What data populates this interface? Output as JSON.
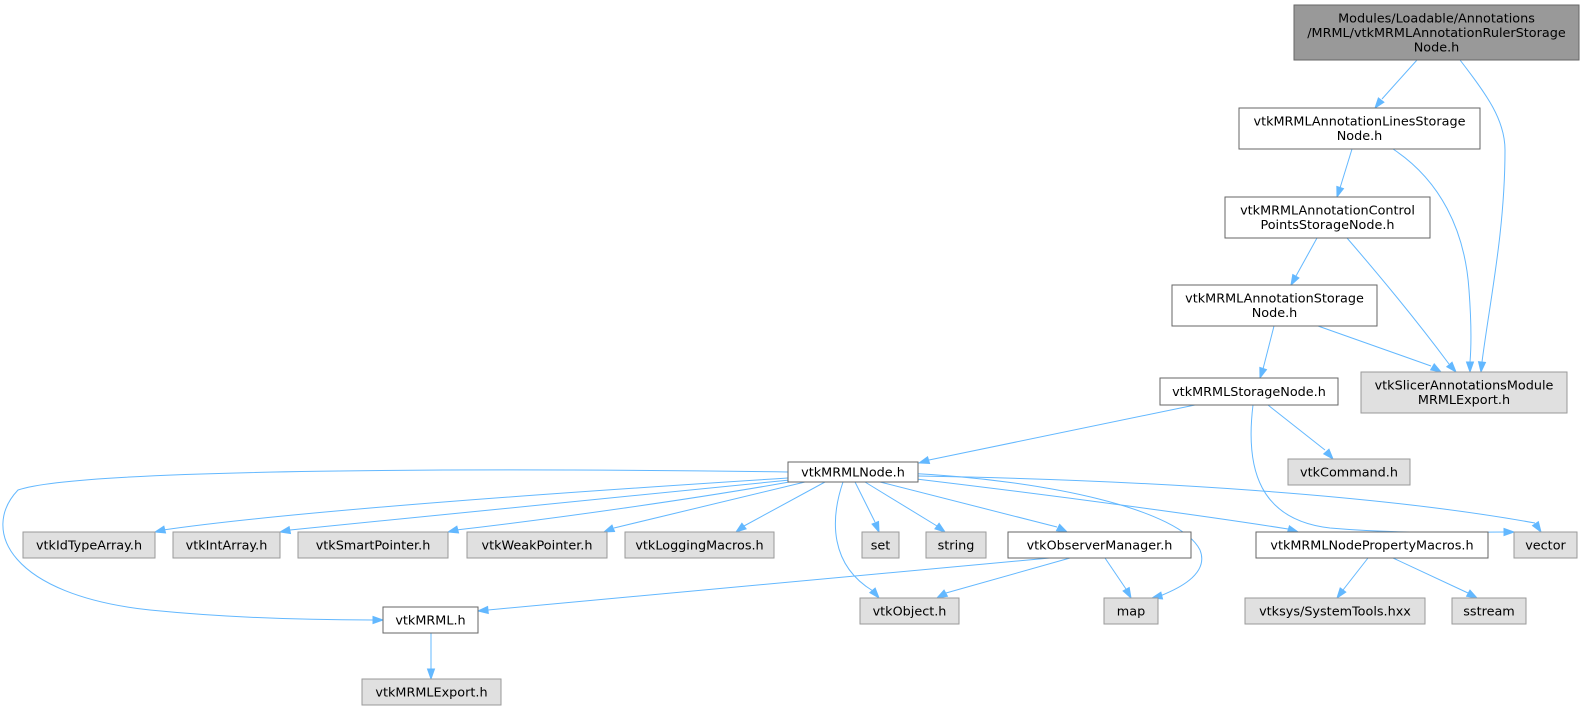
{
  "graph": {
    "title": "Include dependency graph",
    "colors": {
      "edge": "#63b8ff",
      "root_fill": "#999999",
      "root_border": "#666666",
      "internal_fill": "#ffffff",
      "internal_border": "#666666",
      "external_fill": "#e0e0e0",
      "external_border": "#999999"
    },
    "nodes": [
      {
        "id": "root",
        "kind": "root",
        "lines": [
          "Modules/Loadable/Annotations",
          "/MRML/vtkMRMLAnnotationRulerStorage",
          "Node.h"
        ]
      },
      {
        "id": "lines_storage",
        "kind": "internal",
        "lines": [
          "vtkMRMLAnnotationLinesStorage",
          "Node.h"
        ]
      },
      {
        "id": "export_annot",
        "kind": "external",
        "lines": [
          "vtkSlicerAnnotationsModule",
          "MRMLExport.h"
        ]
      },
      {
        "id": "ctrl_storage",
        "kind": "internal",
        "lines": [
          "vtkMRMLAnnotationControl",
          "PointsStorageNode.h"
        ]
      },
      {
        "id": "annot_storage",
        "kind": "internal",
        "lines": [
          "vtkMRMLAnnotationStorage",
          "Node.h"
        ]
      },
      {
        "id": "storage_node",
        "kind": "internal",
        "lines": [
          "vtkMRMLStorageNode.h"
        ]
      },
      {
        "id": "mrml_node",
        "kind": "internal",
        "lines": [
          "vtkMRMLNode.h"
        ]
      },
      {
        "id": "vtk_command",
        "kind": "external",
        "lines": [
          "vtkCommand.h"
        ]
      },
      {
        "id": "vector",
        "kind": "external",
        "lines": [
          "vector"
        ]
      },
      {
        "id": "mrml_h",
        "kind": "internal",
        "lines": [
          "vtkMRML.h"
        ]
      },
      {
        "id": "id_type_array",
        "kind": "external",
        "lines": [
          "vtkIdTypeArray.h"
        ]
      },
      {
        "id": "int_array",
        "kind": "external",
        "lines": [
          "vtkIntArray.h"
        ]
      },
      {
        "id": "smart_pointer",
        "kind": "external",
        "lines": [
          "vtkSmartPointer.h"
        ]
      },
      {
        "id": "weak_pointer",
        "kind": "external",
        "lines": [
          "vtkWeakPointer.h"
        ]
      },
      {
        "id": "logging_macros",
        "kind": "external",
        "lines": [
          "vtkLoggingMacros.h"
        ]
      },
      {
        "id": "set",
        "kind": "external",
        "lines": [
          "set"
        ]
      },
      {
        "id": "string",
        "kind": "external",
        "lines": [
          "string"
        ]
      },
      {
        "id": "observer_manager",
        "kind": "internal",
        "lines": [
          "vtkObserverManager.h"
        ]
      },
      {
        "id": "map",
        "kind": "external",
        "lines": [
          "map"
        ]
      },
      {
        "id": "vtk_object",
        "kind": "external",
        "lines": [
          "vtkObject.h"
        ]
      },
      {
        "id": "node_prop_macros",
        "kind": "internal",
        "lines": [
          "vtkMRMLNodePropertyMacros.h"
        ]
      },
      {
        "id": "mrml_export",
        "kind": "external",
        "lines": [
          "vtkMRMLExport.h"
        ]
      },
      {
        "id": "system_tools",
        "kind": "external",
        "lines": [
          "vtksys/SystemTools.hxx"
        ]
      },
      {
        "id": "sstream",
        "kind": "external",
        "lines": [
          "sstream"
        ]
      }
    ],
    "edges": [
      {
        "from": "root",
        "to": "lines_storage"
      },
      {
        "from": "root",
        "to": "export_annot"
      },
      {
        "from": "lines_storage",
        "to": "ctrl_storage"
      },
      {
        "from": "lines_storage",
        "to": "export_annot"
      },
      {
        "from": "ctrl_storage",
        "to": "annot_storage"
      },
      {
        "from": "ctrl_storage",
        "to": "export_annot"
      },
      {
        "from": "annot_storage",
        "to": "storage_node"
      },
      {
        "from": "annot_storage",
        "to": "export_annot"
      },
      {
        "from": "storage_node",
        "to": "mrml_node"
      },
      {
        "from": "storage_node",
        "to": "vtk_command"
      },
      {
        "from": "storage_node",
        "to": "vector"
      },
      {
        "from": "mrml_node",
        "to": "mrml_h"
      },
      {
        "from": "mrml_node",
        "to": "id_type_array"
      },
      {
        "from": "mrml_node",
        "to": "int_array"
      },
      {
        "from": "mrml_node",
        "to": "smart_pointer"
      },
      {
        "from": "mrml_node",
        "to": "weak_pointer"
      },
      {
        "from": "mrml_node",
        "to": "logging_macros"
      },
      {
        "from": "mrml_node",
        "to": "set"
      },
      {
        "from": "mrml_node",
        "to": "string"
      },
      {
        "from": "mrml_node",
        "to": "observer_manager"
      },
      {
        "from": "mrml_node",
        "to": "vtk_object"
      },
      {
        "from": "mrml_node",
        "to": "map"
      },
      {
        "from": "mrml_node",
        "to": "node_prop_macros"
      },
      {
        "from": "mrml_node",
        "to": "vector"
      },
      {
        "from": "mrml_h",
        "to": "mrml_export"
      },
      {
        "from": "observer_manager",
        "to": "mrml_h"
      },
      {
        "from": "observer_manager",
        "to": "vtk_object"
      },
      {
        "from": "observer_manager",
        "to": "map"
      },
      {
        "from": "node_prop_macros",
        "to": "system_tools"
      },
      {
        "from": "node_prop_macros",
        "to": "sstream"
      }
    ]
  }
}
